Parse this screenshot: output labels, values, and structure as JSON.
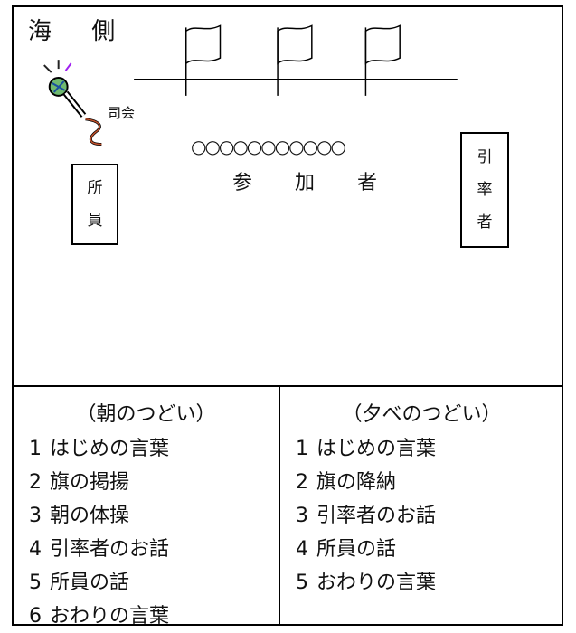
{
  "top": {
    "sea_label": "海 側",
    "host_label": "司会",
    "circles": "○○○○○○○○○○○",
    "participants": "参 加 者",
    "staff_box": [
      "所",
      "員"
    ],
    "leader_box": [
      "引",
      "率",
      "者"
    ]
  },
  "morning": {
    "title": "（朝のつどい）",
    "items": [
      {
        "num": "1",
        "text": "はじめの言葉"
      },
      {
        "num": "2",
        "text": "旗の掲揚"
      },
      {
        "num": "3",
        "text": "朝の体操"
      },
      {
        "num": "4",
        "text": "引率者のお話"
      },
      {
        "num": "5",
        "text": "所員の話"
      },
      {
        "num": "6",
        "text": "おわりの言葉"
      }
    ]
  },
  "evening": {
    "title": "（夕べのつどい）",
    "items": [
      {
        "num": "1",
        "text": "はじめの言葉"
      },
      {
        "num": "2",
        "text": "旗の降納"
      },
      {
        "num": "3",
        "text": "引率者のお話"
      },
      {
        "num": "4",
        "text": "所員の話"
      },
      {
        "num": "5",
        "text": "おわりの言葉"
      }
    ]
  },
  "icons": {
    "host": "microphone-icon",
    "flag": "flag-icon"
  }
}
